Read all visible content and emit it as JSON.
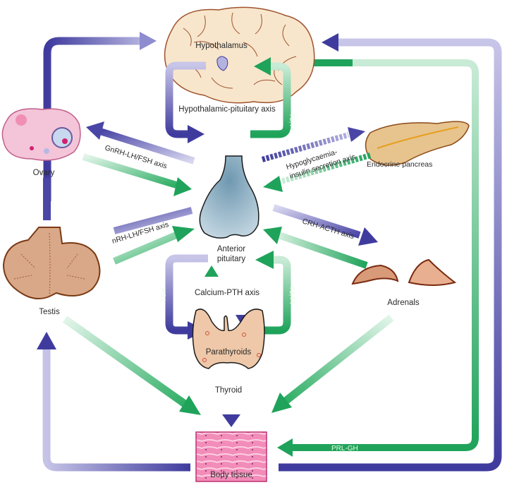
{
  "title": "Endocrine feedback axes",
  "colors": {
    "stimulatory": "#1fa35a",
    "inhibitory": "#3f3b9e",
    "inhibitory_light": "#b9b7e0",
    "stimulatory_light": "#bfe6cf",
    "organ_outline": "#7a3a14",
    "brain_fill": "#f7e6cc",
    "pituitary_fill": "#8fb4c8",
    "thyroid_fill": "#eec8a8",
    "tissue_fill": "#f39ac0",
    "ovary_fill": "#f4c4d8",
    "testis_fill": "#d9a888",
    "pancreas_fill": "#e7c38e",
    "adrenal_fill": "#e8b090"
  },
  "organs": {
    "hypothalamus": "Hypothalamus",
    "anterior_pituitary_line1": "Anterior",
    "anterior_pituitary_line2": "pituitary",
    "ovary": "Ovary",
    "testis": "Testis",
    "endocrine_pancreas": "Endocrine pancreas",
    "adrenals": "Adrenals",
    "parathyroids": "Parathyroids",
    "thyroid": "Thyroid",
    "body_tissue": "Body tissue"
  },
  "axes": {
    "hypothalamic_pituitary": "Hypothalamic-pituitary axis",
    "gnrh_ovary": "GnRH-LH/FSH axis",
    "gnrh_testis": "nRH-LH/FSH axis",
    "hypoglycaemia_line1": "Hypoglycaemia-",
    "hypoglycaemia_line2": "insulin secretion axis",
    "crh_acth": "CRH-ACTH axis",
    "calcium_pth": "Calcium-PTH axis",
    "tsh": "TSH",
    "t3t4_top": "T3,T4",
    "t3t4_thyroid": "T3,T4",
    "prl_gh": "PRL-GH"
  }
}
